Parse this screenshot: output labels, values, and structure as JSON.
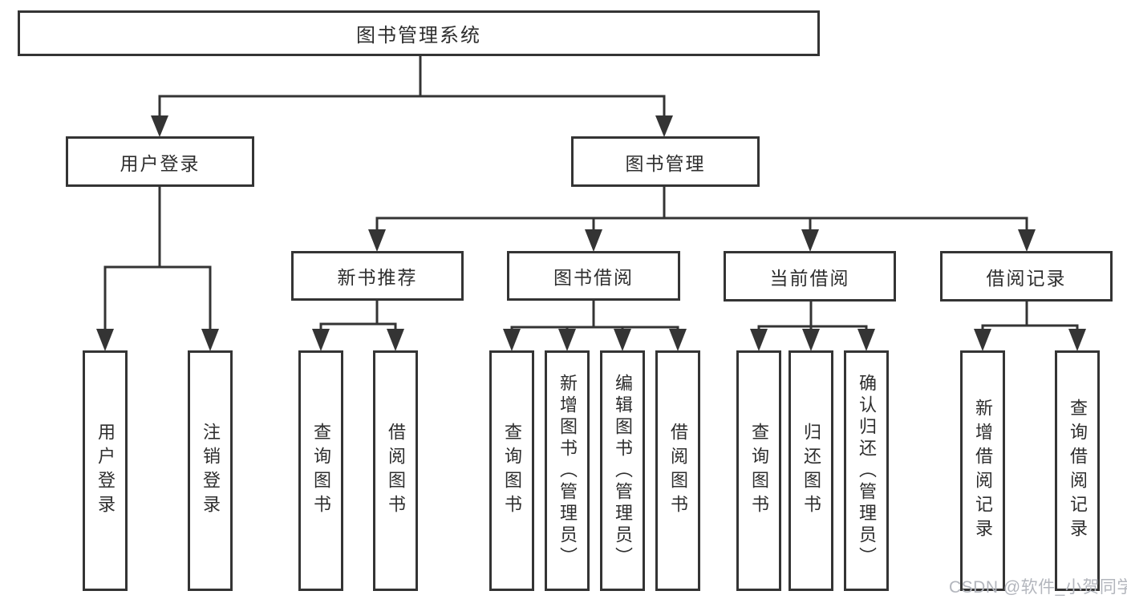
{
  "diagram_title": "图书管理系统",
  "nodes": {
    "root": "图书管理系统",
    "user_login": "用户登录",
    "book_mgmt": "图书管理",
    "new_book_rec": "新书推荐",
    "book_borrow": "图书借阅",
    "current_borrow": "当前借阅",
    "borrow_records": "借阅记录",
    "leaf_user_login": "用户登录",
    "leaf_logout": "注销登录",
    "leaf_query_book_1": "查询图书",
    "leaf_borrow_book_1": "借阅图书",
    "leaf_query_book_2": "查询图书",
    "leaf_add_book": "新增图书（管理员）",
    "leaf_edit_book": "编辑图书（管理员）",
    "leaf_borrow_book_2": "借阅图书",
    "leaf_query_book_3": "查询图书",
    "leaf_return_book": "归还图书",
    "leaf_confirm_return": "确认归还（管理员）",
    "leaf_add_record": "新增借阅记录",
    "leaf_query_record": "查询借阅记录"
  },
  "watermark": "CSDN @软件_小贺同学",
  "colors": {
    "line": "#343434",
    "text": "#2e2e2e",
    "box_background": "#ffffff",
    "page_background": "#ffffff",
    "watermark": "#b3b6bd"
  },
  "edges": [
    [
      "root",
      "user_login"
    ],
    [
      "root",
      "book_mgmt"
    ],
    [
      "user_login",
      "leaf_user_login"
    ],
    [
      "user_login",
      "leaf_logout"
    ],
    [
      "book_mgmt",
      "new_book_rec"
    ],
    [
      "book_mgmt",
      "book_borrow"
    ],
    [
      "book_mgmt",
      "current_borrow"
    ],
    [
      "book_mgmt",
      "borrow_records"
    ],
    [
      "new_book_rec",
      "leaf_query_book_1"
    ],
    [
      "new_book_rec",
      "leaf_borrow_book_1"
    ],
    [
      "book_borrow",
      "leaf_query_book_2"
    ],
    [
      "book_borrow",
      "leaf_add_book"
    ],
    [
      "book_borrow",
      "leaf_edit_book"
    ],
    [
      "book_borrow",
      "leaf_borrow_book_2"
    ],
    [
      "current_borrow",
      "leaf_query_book_3"
    ],
    [
      "current_borrow",
      "leaf_return_book"
    ],
    [
      "current_borrow",
      "leaf_confirm_return"
    ],
    [
      "borrow_records",
      "leaf_add_record"
    ],
    [
      "borrow_records",
      "leaf_query_record"
    ]
  ]
}
